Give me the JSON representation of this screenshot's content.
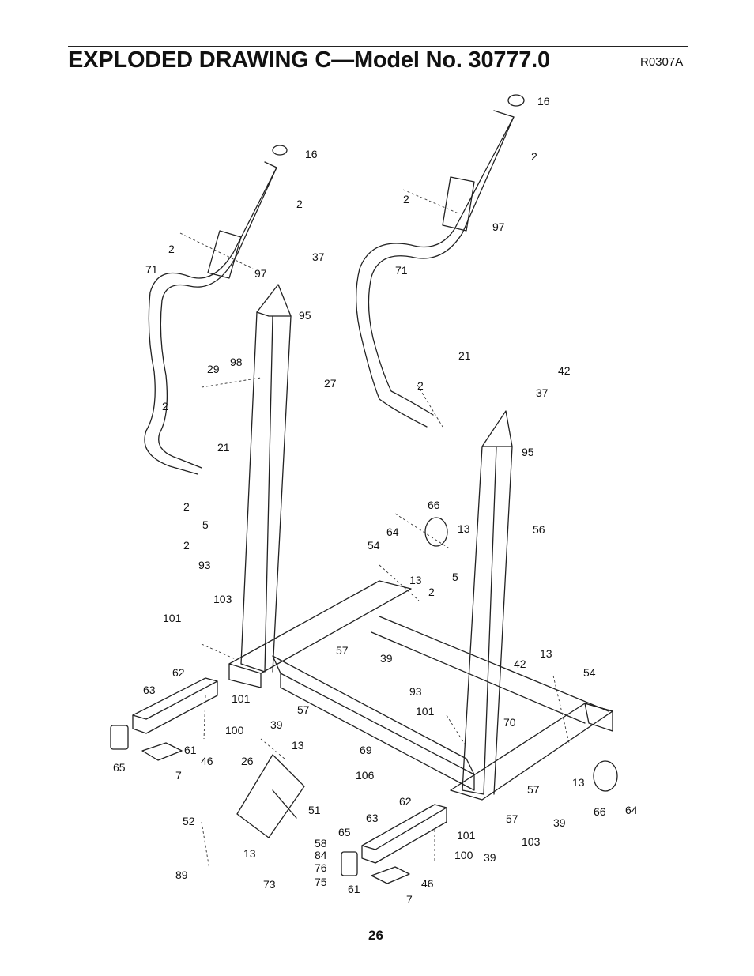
{
  "header": {
    "title": "EXPLODED DRAWING C—Model No. 30777.0",
    "ref_code": "R0307A"
  },
  "footer": {
    "page_number": "26"
  },
  "part_labels": [
    "16",
    "2",
    "2",
    "97",
    "71",
    "37",
    "95",
    "98",
    "29",
    "2",
    "27",
    "21",
    "2",
    "5",
    "2",
    "93",
    "103",
    "101",
    "16",
    "2",
    "2",
    "97",
    "71",
    "21",
    "2",
    "42",
    "37",
    "95",
    "66",
    "64",
    "13",
    "54",
    "56",
    "13",
    "2",
    "5",
    "57",
    "39",
    "42",
    "13",
    "54",
    "62",
    "63",
    "101",
    "100",
    "57",
    "39",
    "65",
    "61",
    "46",
    "7",
    "26",
    "13",
    "93",
    "101",
    "69",
    "70",
    "106",
    "13",
    "57",
    "66",
    "64",
    "39",
    "52",
    "51",
    "58",
    "84",
    "13",
    "89",
    "76",
    "75",
    "73",
    "62",
    "63",
    "65",
    "101",
    "100",
    "57",
    "39",
    "103",
    "61",
    "46",
    "7"
  ]
}
